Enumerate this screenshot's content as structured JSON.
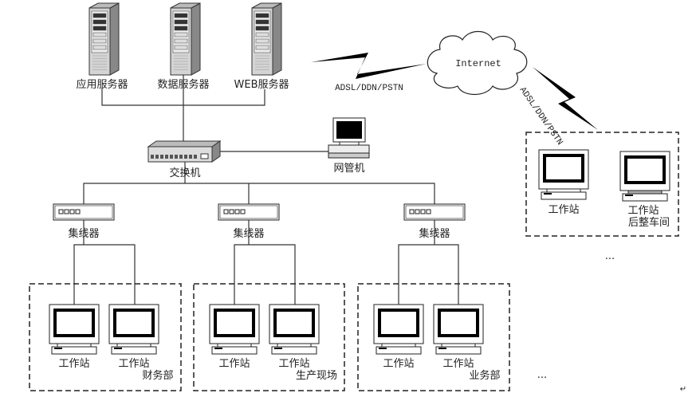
{
  "servers": [
    {
      "label": "应用服务器"
    },
    {
      "label": "数据服务器"
    },
    {
      "label": "WEB服务器"
    }
  ],
  "switch": {
    "label": "交换机"
  },
  "manager": {
    "label": "网管机"
  },
  "internet": {
    "label": "Internet"
  },
  "links": {
    "left_label": "ADSL/DDN/PSTN",
    "right_label": "ADSL/DDN/PSTN"
  },
  "hubs": [
    {
      "label": "集线器"
    },
    {
      "label": "集线器"
    },
    {
      "label": "集线器"
    }
  ],
  "departments": [
    {
      "name": "财务部",
      "workstations": [
        "工作站",
        "工作站"
      ]
    },
    {
      "name": "生产现场",
      "workstations": [
        "工作站",
        "工作站"
      ]
    },
    {
      "name": "业务部",
      "workstations": [
        "工作站",
        "工作站"
      ]
    }
  ],
  "remote": {
    "name": "后整车间",
    "workstations": [
      "工作站",
      "工作站"
    ]
  },
  "ellipsis": [
    "...",
    "..."
  ],
  "return_mark": "↵"
}
